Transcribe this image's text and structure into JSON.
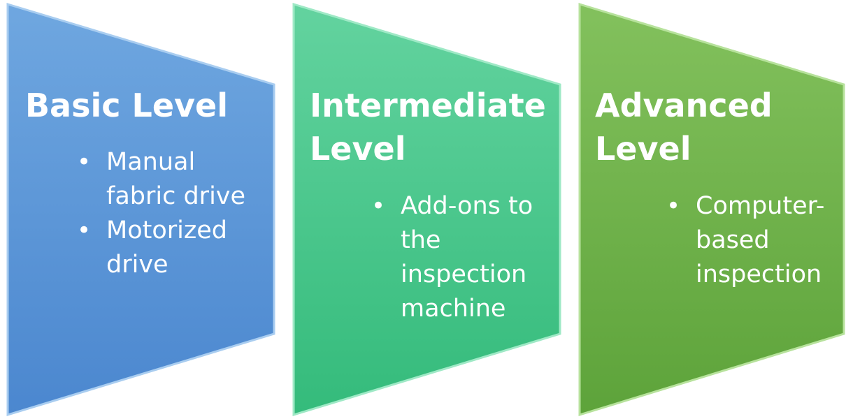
{
  "colors": {
    "panel1": "#5b97d8",
    "panel2": "#45c98e",
    "panel3": "#6fb44a",
    "text": "#ffffff"
  },
  "panels": [
    {
      "title": "Basic Level",
      "items": [
        "Manual fabric drive",
        "Motorized drive"
      ]
    },
    {
      "title": "Intermediate Level",
      "items": [
        "Add-ons to the inspection machine"
      ]
    },
    {
      "title": "Advanced Level",
      "items": [
        "Computer-based inspection"
      ]
    }
  ]
}
